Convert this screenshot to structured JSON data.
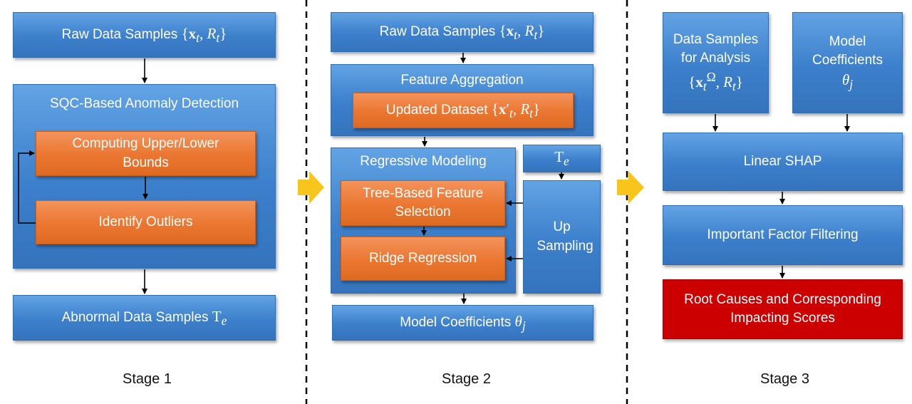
{
  "stage1": {
    "raw": {
      "label": "Raw Data Samples",
      "math": "{x_t, R_t}"
    },
    "sqc": "SQC-Based Anomaly Detection",
    "bounds": "Computing Upper/Lower Bounds",
    "outliers": "Identify Outliers",
    "abnormal": {
      "label": "Abnormal Data Samples",
      "math": "T_e"
    },
    "caption": "Stage 1"
  },
  "stage2": {
    "raw": {
      "label": "Raw Data Samples",
      "math": "{x_t, R_t}"
    },
    "feature_agg": "Feature Aggregation",
    "updated": {
      "label": "Updated Dataset",
      "math": "{x′_t, R_t}"
    },
    "regressive": "Regressive Modeling",
    "te": "T_e",
    "tree": "Tree-Based Feature Selection",
    "upsampling": "Up Sampling",
    "ridge": "Ridge Regression",
    "coeff": {
      "label": "Model Coefficients",
      "math": "θ_j"
    },
    "caption": "Stage 2"
  },
  "stage3": {
    "data_samples": {
      "label": "Data Samples for Analysis",
      "math": "{x_t^Ω, R_t}"
    },
    "model_coeff": {
      "label": "Model Coefficients",
      "math": "θ_j"
    },
    "shap": "Linear SHAP",
    "filter": "Important Factor Filtering",
    "root": "Root Causes and Corresponding Impacting Scores",
    "caption": "Stage 3"
  },
  "colors": {
    "blue": "#4a8ed6",
    "orange": "#ea7630",
    "red": "#cc0000",
    "stage_arrow": "#f7c51d"
  }
}
